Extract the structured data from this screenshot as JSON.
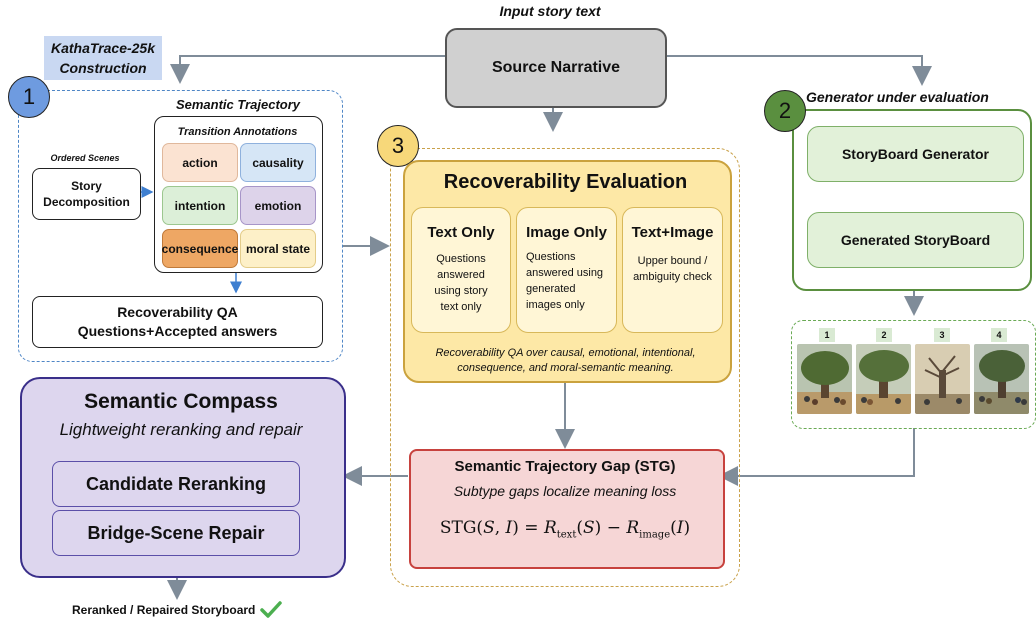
{
  "input_label": "Input story text",
  "source_narrative": "Source Narrative",
  "kathatrace": {
    "line1": "KathaTrace-25k",
    "line2": "Construction"
  },
  "step_numbers": {
    "one": "1",
    "two": "2",
    "three": "3"
  },
  "panel1": {
    "semantic_trajectory": "Semantic Trajectory",
    "transition_annotations": "Transition Annotations",
    "annotations": [
      "action",
      "causality",
      "intention",
      "emotion",
      "consequence",
      "moral state"
    ],
    "ordered_scenes": "Ordered Scenes",
    "story_decomposition": {
      "line1": "Story",
      "line2": "Decomposition"
    },
    "qa": {
      "line1": "Recoverability QA",
      "line2": "Questions+Accepted answers"
    }
  },
  "panel2": {
    "title": "Generator under evaluation",
    "generator": "StoryBoard Generator",
    "generated": "Generated StoryBoard",
    "frames": [
      "1",
      "2",
      "3",
      "4"
    ]
  },
  "panel3": {
    "title": "Recoverability Evaluation",
    "cards": [
      {
        "title": "Text Only",
        "body": [
          "Questions",
          "answered",
          "using story",
          "text only"
        ]
      },
      {
        "title": "Image Only",
        "body": [
          "Questions",
          "answered using",
          "generated",
          "images only"
        ]
      },
      {
        "title": "Text+Image",
        "body": [
          "Upper bound /",
          "ambiguity check"
        ]
      }
    ],
    "caption": {
      "line1": "Recoverability QA over causal, emotional, intentional,",
      "line2": "consequence, and moral-semantic meaning."
    }
  },
  "stg": {
    "title": "Semantic Trajectory Gap (STG)",
    "subtitle": "Subtype gaps localize meaning loss",
    "formula": "STG(S, I) = R_text(S) − R_image(I)"
  },
  "compass": {
    "title": "Semantic Compass",
    "subtitle": "Lightweight reranking and repair",
    "candidate": "Candidate Reranking",
    "bridge": "Bridge-Scene Repair"
  },
  "output_label": "Reranked / Repaired Storyboard",
  "colors": {
    "blue_dash": "#4f86c6",
    "gold_dash": "#c9a14a",
    "green_dash": "#6aaa55",
    "step1": "#6e9be0",
    "step2": "#5a8f3f",
    "step3": "#f7d87a",
    "source_fill": "#d0d0d0",
    "eval_fill": "#fde8a6",
    "stg_fill": "#f6d6d6",
    "compass_fill": "#ddd6ee",
    "check": "#4caf50",
    "arrow": "#7f8c99"
  }
}
